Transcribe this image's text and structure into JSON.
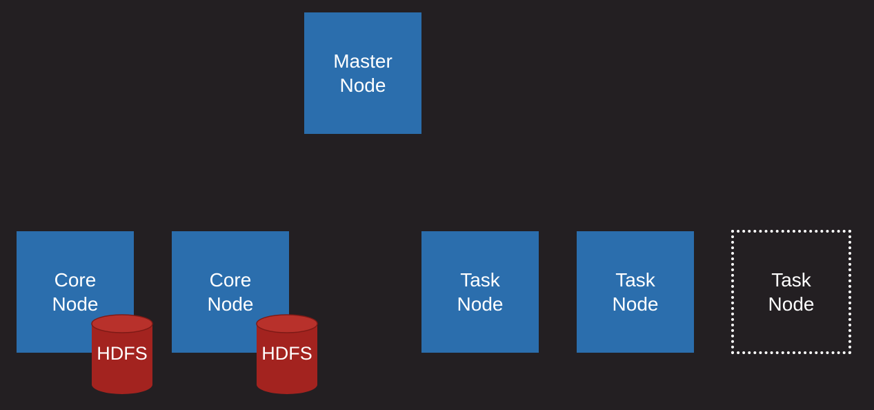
{
  "diagram": {
    "master_node": {
      "label": "Master\nNode"
    },
    "core_nodes": [
      {
        "label": "Core\nNode",
        "storage_label": "HDFS"
      },
      {
        "label": "Core\nNode",
        "storage_label": "HDFS"
      }
    ],
    "task_nodes": [
      {
        "label": "Task\nNode"
      },
      {
        "label": "Task\nNode"
      },
      {
        "label": "Task\nNode"
      }
    ]
  },
  "colors": {
    "background": "#231f22",
    "node_fill": "#2b6ead",
    "storage_fill": "#a3231f",
    "text": "#ffffff"
  }
}
